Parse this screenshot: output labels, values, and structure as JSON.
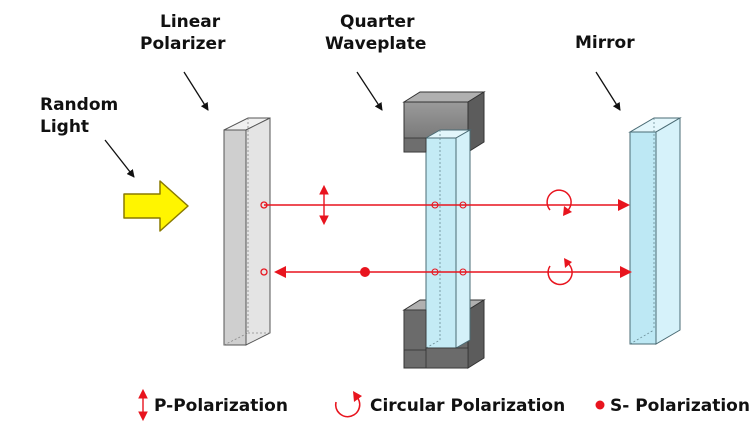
{
  "labels": {
    "random_light": [
      "Random",
      "Light"
    ],
    "linear_polarizer": [
      "Linear",
      "Polarizer"
    ],
    "quarter_waveplate": [
      "Quarter",
      "Waveplate"
    ],
    "mirror": "Mirror"
  },
  "legend": {
    "p_polarization": "P-Polarization",
    "circular_polarization": "Circular Polarization",
    "s_polarization": "S- Polarization"
  },
  "colors": {
    "beam": "#e8141e",
    "arrow_fill": "#fff500",
    "arrow_stroke": "#8a7a00",
    "polarizer_face": "#d2d2d2",
    "polarizer_side": "#ececec",
    "waveplate_glass": "#c6ecf6",
    "mount_gray": "#6b6b6b",
    "mirror_glass": "#bfe9f5"
  },
  "icons": [
    "input-arrow-icon",
    "p-polarization-icon",
    "circular-polarization-icon",
    "s-polarization-icon"
  ]
}
